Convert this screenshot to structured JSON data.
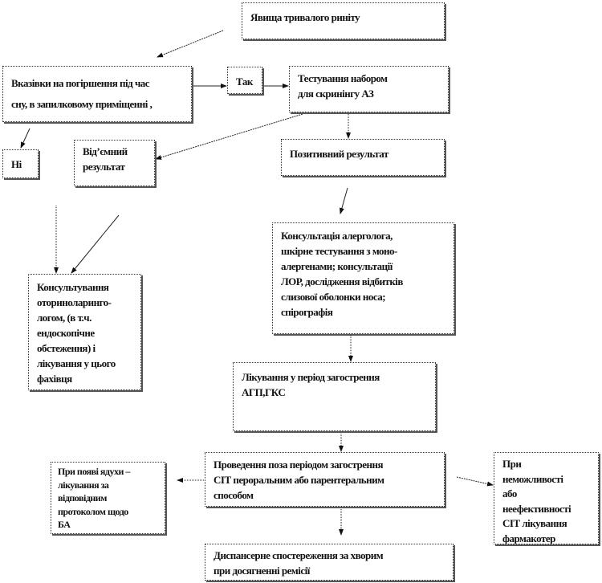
{
  "nodes": {
    "chronic_rhinitis": {
      "lines": [
        "Явища тривалого риніту"
      ]
    },
    "worsening_signs": {
      "lines": [
        "Вказівки  на погіршення  під  час",
        "сну, в запилковому приміщенні  ,"
      ]
    },
    "yes": {
      "lines": [
        "Так"
      ]
    },
    "screening_test": {
      "lines": [
        "Тестування набором",
        "для скринінгу  АЗ"
      ]
    },
    "no": {
      "lines": [
        "Ні"
      ]
    },
    "negative_result": {
      "lines": [
        "Від’ємний",
        "результат"
      ]
    },
    "positive_result": {
      "lines": [
        "Позитивний результат"
      ]
    },
    "allergist_consult": {
      "lines": [
        "Консультація  алерголога,",
        "шкірне  тестування з моно-",
        "алергенами; консультації",
        "ЛОР,  дослідження  відбитків",
        "слизової оболонки носа;",
        "спірографія"
      ]
    },
    "ent_consult": {
      "lines": [
        "Консультування",
        "оториноларинго-",
        "логом, (в т.ч.",
        "ендоскопічне",
        "обстеження) і",
        "лікування  у цього",
        "фахівця"
      ]
    },
    "exacerbation_treatment": {
      "lines": [
        "Лікування  у період  загострення",
        "АГП,ГКС"
      ]
    },
    "sit_therapy": {
      "lines": [
        "Проведення поза періодом загострення",
        "СІТ  пероральним або парентеральним",
        "способом"
      ]
    },
    "asthma_protocol": {
      "lines": [
        "При появі  ядухи –",
        "лікування  за",
        "відповідним",
        "протоколом щодо",
        " БА"
      ]
    },
    "sit_ineffective": {
      "lines": [
        "При",
        "неможливості",
        "або",
        "неефективності",
        "СІТ лікування",
        "фармакотер"
      ]
    },
    "dispensary": {
      "lines": [
        "Диспансерне спостереження за хворим",
        "при досягненні  ремісії"
      ]
    }
  }
}
